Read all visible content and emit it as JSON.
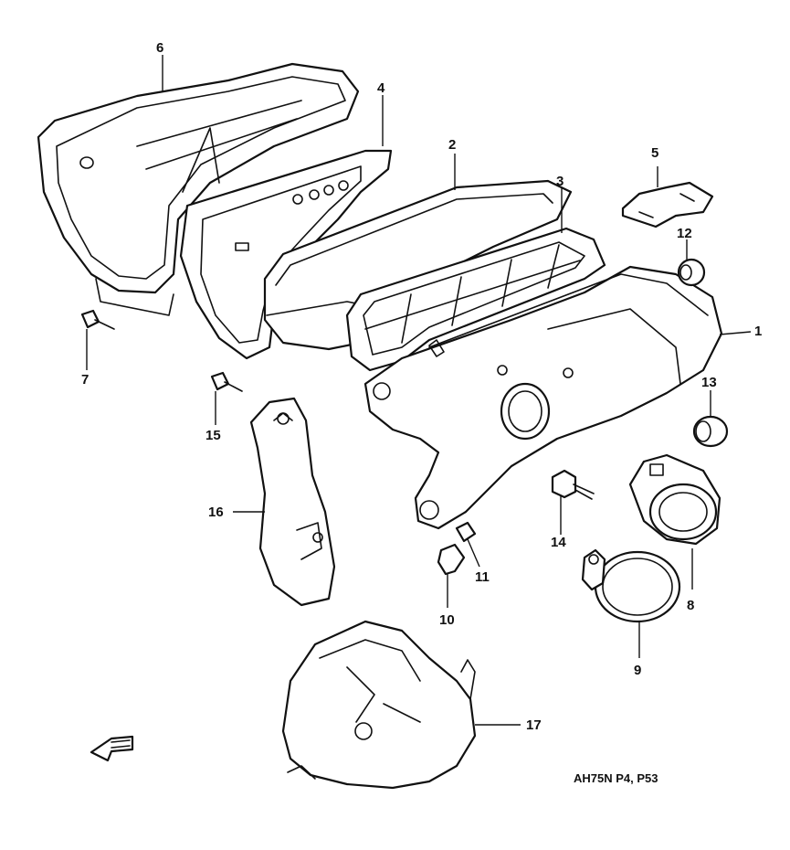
{
  "diagram": {
    "reference": "AH75N P4, P53",
    "parts": [
      {
        "number": "1"
      },
      {
        "number": "2"
      },
      {
        "number": "3"
      },
      {
        "number": "4"
      },
      {
        "number": "5"
      },
      {
        "number": "6"
      },
      {
        "number": "7"
      },
      {
        "number": "8"
      },
      {
        "number": "9"
      },
      {
        "number": "10"
      },
      {
        "number": "11"
      },
      {
        "number": "12"
      },
      {
        "number": "13"
      },
      {
        "number": "14"
      },
      {
        "number": "15"
      },
      {
        "number": "16"
      },
      {
        "number": "17"
      }
    ],
    "direction_arrow_icon": "front-arrow-icon"
  }
}
